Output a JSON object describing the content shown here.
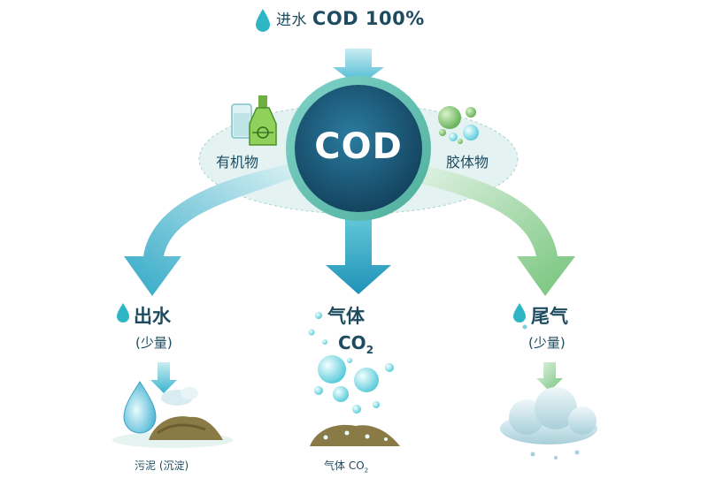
{
  "header": {
    "prefix": "进水",
    "main": "COD 100%"
  },
  "center": {
    "label": "COD"
  },
  "left_side": {
    "label": "有机物"
  },
  "right_side": {
    "label": "胶体物"
  },
  "branches": [
    {
      "id": "effluent",
      "title": "出水",
      "sub": "(少量)",
      "bottom": "污泥 (沉淀)"
    },
    {
      "id": "gas",
      "title": "气体",
      "formula": "CO",
      "formula_sub": "2",
      "bottom": "气体 CO",
      "bottom_sub": "2"
    },
    {
      "id": "tail",
      "title": "尾气",
      "sub": "(少量)"
    }
  ],
  "colors": {
    "teal": "#2fb6c4",
    "navy": "#1d4b60",
    "green": "#7cc67a",
    "cod_circle": "#1b5a78"
  }
}
